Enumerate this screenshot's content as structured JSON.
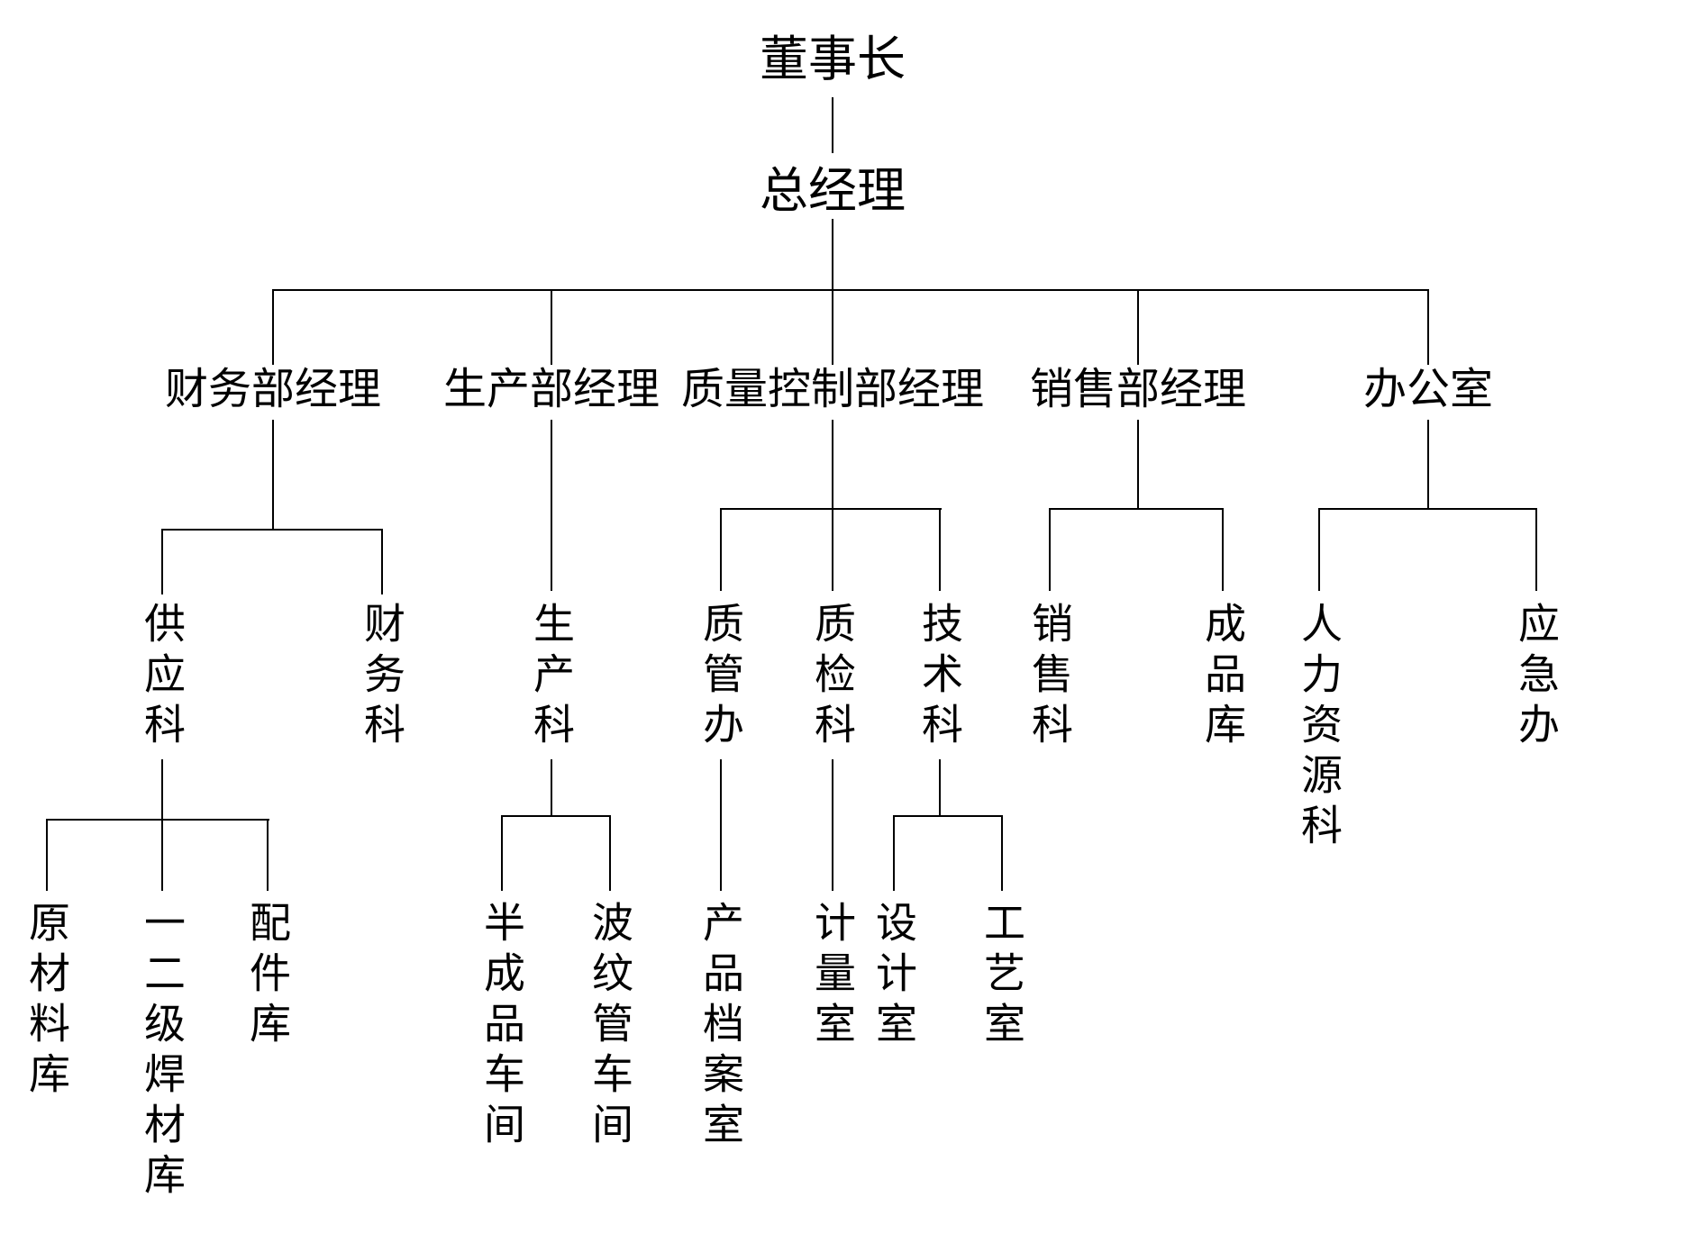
{
  "org_chart": {
    "background_color": "#ffffff",
    "line_color": "#000000",
    "text_color": "#000000",
    "tree": {
      "label": "董事长",
      "children": [
        {
          "label": "总经理",
          "children": [
            {
              "label": "财务部经理",
              "children": [
                {
                  "label": "供应科",
                  "children": [
                    {
                      "label": "原材料库",
                      "children": []
                    },
                    {
                      "label": "一二级焊材库",
                      "children": []
                    },
                    {
                      "label": "配件库",
                      "children": []
                    }
                  ]
                },
                {
                  "label": "财务科",
                  "children": []
                }
              ]
            },
            {
              "label": "生产部经理",
              "children": [
                {
                  "label": "生产科",
                  "children": [
                    {
                      "label": "半成品车间",
                      "children": []
                    },
                    {
                      "label": "波纹管车间",
                      "children": []
                    }
                  ]
                }
              ]
            },
            {
              "label": "质量控制部经理",
              "children": [
                {
                  "label": "质管办",
                  "children": [
                    {
                      "label": "产品档案室",
                      "children": []
                    }
                  ]
                },
                {
                  "label": "质检科",
                  "children": [
                    {
                      "label": "计量室",
                      "children": []
                    }
                  ]
                },
                {
                  "label": "技术科",
                  "children": [
                    {
                      "label": "设计室",
                      "children": []
                    },
                    {
                      "label": "工艺室",
                      "children": []
                    }
                  ]
                }
              ]
            },
            {
              "label": "销售部经理",
              "children": [
                {
                  "label": "销售科",
                  "children": []
                },
                {
                  "label": "成品库",
                  "children": []
                }
              ]
            },
            {
              "label": "办公室",
              "children": [
                {
                  "label": "人力资源科",
                  "children": []
                },
                {
                  "label": "应急办",
                  "children": []
                }
              ]
            }
          ]
        }
      ]
    }
  }
}
